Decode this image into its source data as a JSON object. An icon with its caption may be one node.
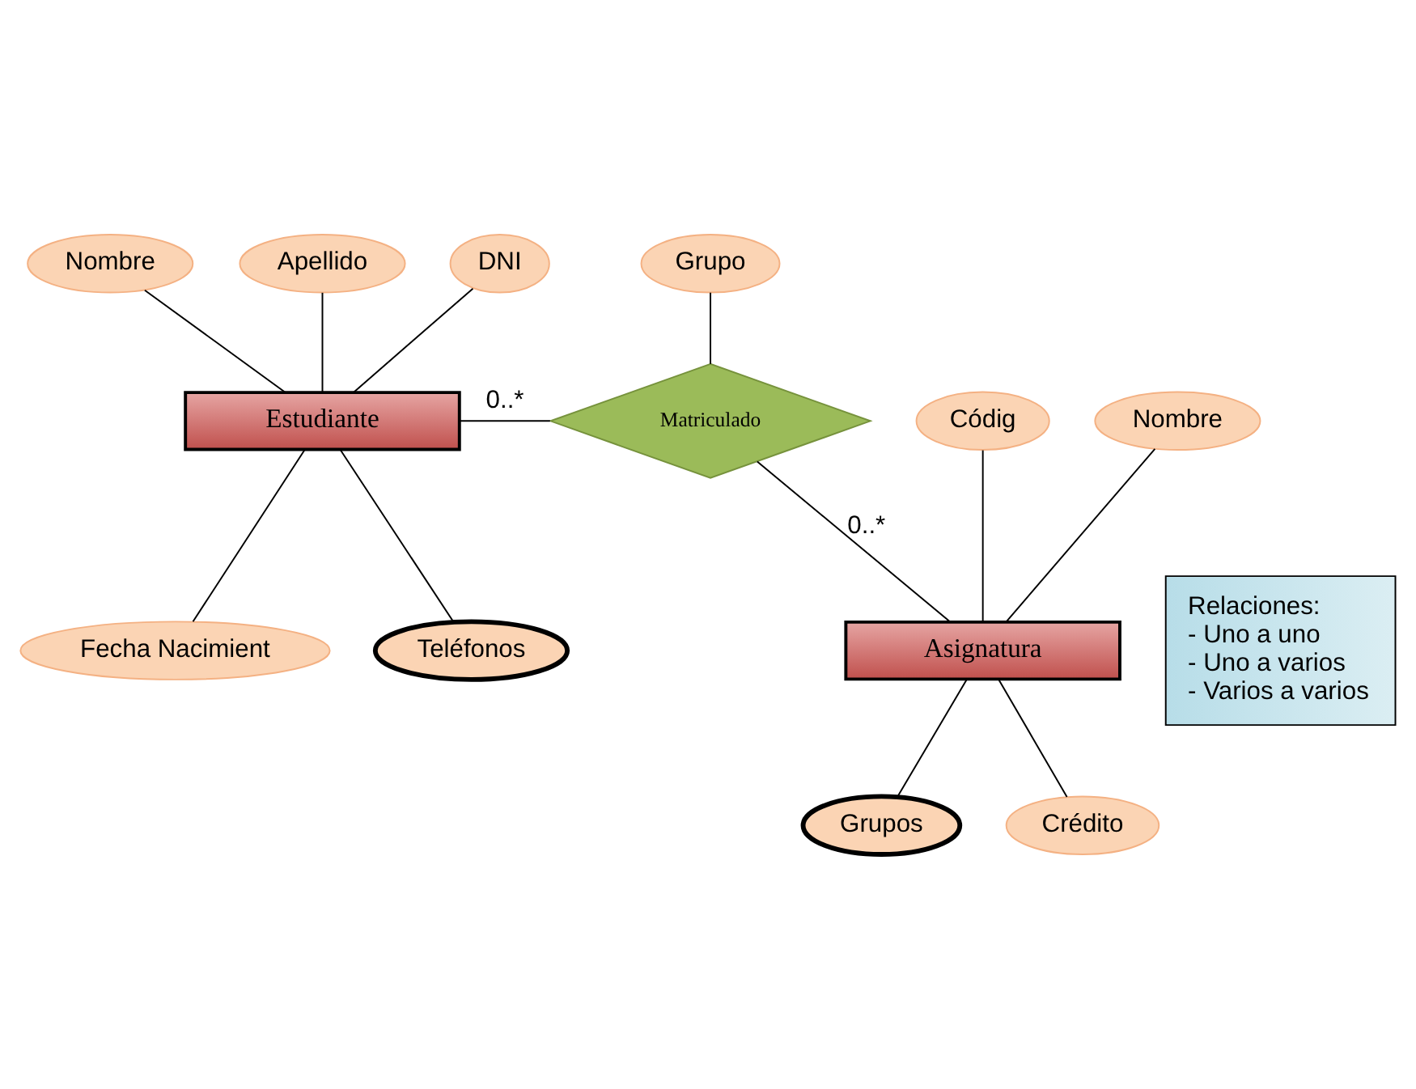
{
  "diagram": {
    "nodes": [
      {
        "text": [
          "Nombre"
        ]
      },
      {
        "text": [
          "Apellido"
        ]
      },
      {
        "text": [
          "DNI"
        ]
      },
      {
        "text": [
          "Estudiante"
        ]
      },
      {
        "text": [
          "Teléfonos"
        ]
      },
      {
        "text": [
          "Fecha Nacimient"
        ]
      },
      {
        "text": [
          "Matriculado"
        ]
      },
      {
        "text": [
          "Grupo"
        ]
      },
      {
        "text": [
          "Códig"
        ]
      },
      {
        "text": [
          "Nombre"
        ]
      },
      {
        "text": [
          "Asignatura"
        ]
      },
      {
        "text": [
          "Grupos"
        ]
      },
      {
        "text": [
          "Crédito"
        ]
      },
      {
        "text": [
          "Relaciones:",
          "- Uno a uno",
          "- Uno a varios",
          "- Varios a varios"
        ]
      }
    ],
    "edges": [
      {
        "from": 0,
        "to": 3,
        "arrow": "none"
      },
      {
        "from": 1,
        "to": 3,
        "arrow": "none"
      },
      {
        "from": 2,
        "to": 3,
        "arrow": "none"
      },
      {
        "from": 3,
        "to": 4,
        "arrow": "none"
      },
      {
        "from": 3,
        "to": 5,
        "arrow": "none"
      },
      {
        "from": 3,
        "to": 6,
        "arrow": "none",
        "label": "0..*"
      },
      {
        "from": 7,
        "to": 6,
        "arrow": "none"
      },
      {
        "from": 6,
        "to": 10,
        "arrow": "none",
        "label": "0..*"
      },
      {
        "from": 8,
        "to": 10,
        "arrow": "none"
      },
      {
        "from": 9,
        "to": 10,
        "arrow": "none"
      },
      {
        "from": 10,
        "to": 11,
        "arrow": "none"
      },
      {
        "from": 10,
        "to": 12,
        "arrow": "none"
      }
    ]
  }
}
